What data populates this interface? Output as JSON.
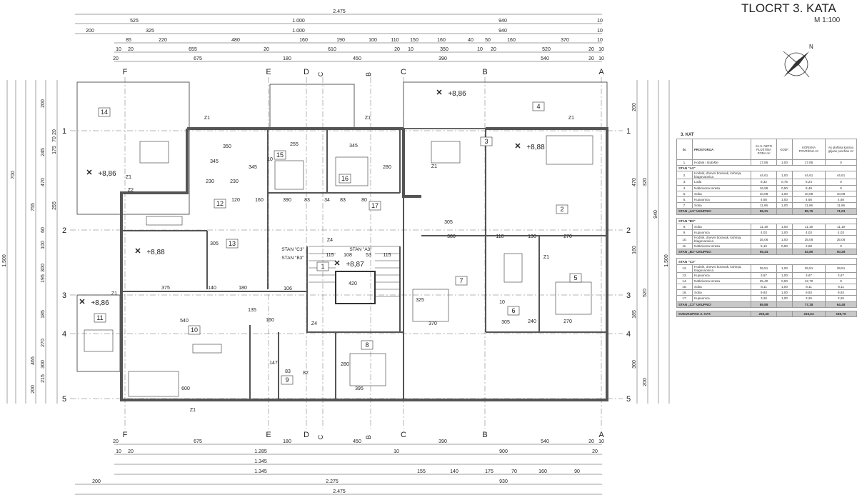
{
  "title": "TLOCRT 3. KATA",
  "scale": "M 1:100",
  "axes_x": [
    "F",
    "E",
    "D",
    "C",
    "B",
    "C",
    "B",
    "A"
  ],
  "axes_y": [
    "1",
    "2",
    "3",
    "4",
    "5"
  ],
  "dims_top": [
    [
      "2.475"
    ],
    [
      "525",
      "1.000",
      "940",
      "10"
    ],
    [
      "200",
      "325",
      "1.000",
      "940",
      "10"
    ],
    [
      "85",
      "220",
      "480",
      "160",
      "190",
      "100",
      "110",
      "150",
      "160",
      "40",
      "50",
      "160",
      "370",
      "10"
    ],
    [
      "10",
      "20",
      "655",
      "20",
      "610",
      "20",
      "10",
      "350",
      "10",
      "20",
      "520",
      "20",
      "10"
    ],
    [
      "20",
      "675",
      "180",
      "450",
      "390",
      "540",
      "20",
      "10"
    ]
  ],
  "dims_bottom": [
    [
      "20",
      "675",
      "180",
      "450",
      "390",
      "540",
      "20",
      "10"
    ],
    [
      "10",
      "20",
      "1.285",
      "10",
      "900",
      "20"
    ],
    [
      "1.345"
    ],
    [
      "1.345",
      "155",
      "140",
      "175",
      "70",
      "160",
      "90"
    ],
    [
      "200",
      "2.275",
      "930"
    ],
    [
      "2.475"
    ]
  ],
  "dims_left": [
    "200",
    "245",
    "470",
    "755",
    "60",
    "100",
    "300",
    "195",
    "185",
    "465",
    "270",
    "300",
    "215",
    "200",
    "700",
    "1.500",
    "20",
    "70",
    "175",
    "255"
  ],
  "dims_right": [
    "200",
    "320",
    "470",
    "160",
    "520",
    "185",
    "300",
    "200",
    "1.500",
    "940"
  ],
  "rooms": [
    "14",
    "12",
    "15",
    "16",
    "17",
    "13",
    "1",
    "10",
    "11",
    "9",
    "8",
    "7",
    "6",
    "5",
    "2",
    "3",
    "4"
  ],
  "elevations": [
    "+8,86",
    "+8,86",
    "+8,88",
    "+8,88",
    "+8,87",
    "+8,86"
  ],
  "zone_marks": [
    "Z1",
    "Z1",
    "Z1",
    "Z1",
    "Z1",
    "Z2",
    "Z4",
    "Z4",
    "Z1",
    "Z1",
    "Z1"
  ],
  "stan_labels": [
    "STAN \"C3\"",
    "STAN \"B3\"",
    "STAN \"A3\""
  ],
  "inner_dims": [
    "350",
    "345",
    "255",
    "345",
    "280",
    "10",
    "305",
    "230",
    "120",
    "160",
    "390",
    "83",
    "34",
    "83",
    "80",
    "305",
    "380",
    "110",
    "130",
    "270",
    "375",
    "140",
    "180",
    "106",
    "115",
    "108",
    "53",
    "115",
    "420",
    "540",
    "135",
    "160",
    "600",
    "395",
    "280",
    "370",
    "325",
    "240",
    "270",
    "82",
    "83",
    "147",
    "10",
    "305",
    "230",
    "345"
  ],
  "table": {
    "caption": "3. KAT",
    "headers": [
      "br.",
      "PROSTORIJA",
      "S.I.S. NETO PLOŠTINA PODA m²",
      "KOEF.",
      "KORISNA POVRŠINA m²",
      "Ak ploština korisno grijane površine m²"
    ],
    "rows": [
      {
        "type": "row",
        "c": [
          "1.",
          "Hodnik i stubište",
          "17,85",
          "1,00",
          "17,85",
          "0"
        ]
      },
      {
        "type": "sec",
        "c": [
          "STAN \"A3\""
        ]
      },
      {
        "type": "row",
        "c": [
          "2.",
          "Hodnik, dnevni boravak, kuhinja, blagovaonica",
          "44,61",
          "1,00",
          "44,61",
          "44,61"
        ]
      },
      {
        "type": "row",
        "c": [
          "3.",
          "Lođa",
          "8,32",
          "0,75",
          "6,24",
          "0"
        ]
      },
      {
        "type": "row",
        "c": [
          "4.",
          "Natkrivena terasa",
          "16,96",
          "0,50",
          "8,48",
          "0"
        ]
      },
      {
        "type": "row",
        "c": [
          "5.",
          "Soba",
          "10,08",
          "1,00",
          "10,08",
          "10,08"
        ]
      },
      {
        "type": "row",
        "c": [
          "6.",
          "Kupaonica",
          "4,68",
          "1,00",
          "4,68",
          "4,68"
        ]
      },
      {
        "type": "row",
        "c": [
          "7.",
          "Soba",
          "11,66",
          "1,00",
          "11,66",
          "11,66"
        ]
      },
      {
        "type": "tot",
        "c": [
          "STAN „A3\" UKUPNO:",
          "96,31",
          "",
          "85,75",
          "71,03"
        ]
      },
      {
        "type": "gap",
        "c": []
      },
      {
        "type": "sec",
        "c": [
          "STAN \"B3\""
        ]
      },
      {
        "type": "row",
        "c": [
          "8.",
          "Soba",
          "11,19",
          "1,00",
          "11,19",
          "11,19"
        ]
      },
      {
        "type": "row",
        "c": [
          "9.",
          "Kupaonica",
          "4,03",
          "1,00",
          "4,03",
          "4,03"
        ]
      },
      {
        "type": "row",
        "c": [
          "10.",
          "Hodnik, dnevni boravak, kuhinja, blagovaonica",
          "35,06",
          "1,00",
          "35,06",
          "35,06"
        ]
      },
      {
        "type": "row",
        "c": [
          "11.",
          "Natkrivena terasa",
          "5,16",
          "0,50",
          "2,58",
          "0"
        ]
      },
      {
        "type": "tot",
        "c": [
          "STAN „B3\" UKUPNO:",
          "55,44",
          "",
          "52,86",
          "50,28"
        ]
      },
      {
        "type": "gap",
        "c": []
      },
      {
        "type": "sec",
        "c": [
          "STAN \"C3\""
        ]
      },
      {
        "type": "row",
        "c": [
          "12.",
          "Hodnik, dnevni boravak, kuhinja, blagovaonica",
          "39,51",
          "1,00",
          "39,51",
          "39,51"
        ]
      },
      {
        "type": "row",
        "c": [
          "13.",
          "Kupaonica",
          "3,67",
          "1,00",
          "3,67",
          "3,67"
        ]
      },
      {
        "type": "row",
        "c": [
          "14.",
          "Natkrivena terasa",
          "25,40",
          "0,50",
          "12,70",
          "0"
        ]
      },
      {
        "type": "row",
        "c": [
          "15.",
          "Soba",
          "8,11",
          "1,00",
          "8,11",
          "8,11"
        ]
      },
      {
        "type": "row",
        "c": [
          "16.",
          "Soba",
          "9,93",
          "1,00",
          "9,93",
          "9,93"
        ]
      },
      {
        "type": "row",
        "c": [
          "17.",
          "Kupaonica",
          "3,26",
          "1,00",
          "3,26",
          "3,26"
        ]
      },
      {
        "type": "tot",
        "c": [
          "STAN „C3\" UKUPNO:",
          "89,88",
          "",
          "77,18",
          "64,48"
        ]
      },
      {
        "type": "gap",
        "c": []
      },
      {
        "type": "tot",
        "c": [
          "SVEUKUPNO 3. KAT:",
          "259,48",
          "",
          "233,64",
          "185,79"
        ]
      }
    ]
  }
}
